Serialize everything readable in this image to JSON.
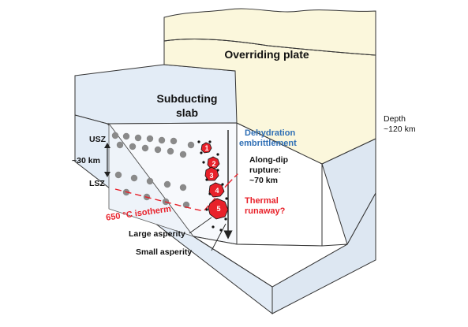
{
  "labels": {
    "overriding_plate": "Overriding plate",
    "subducting": "Subducting",
    "slab": "slab",
    "depth": "Depth",
    "depth_value": "~120 km",
    "usz": "USZ",
    "lsz": "LSZ",
    "thickness": "~30 km",
    "dehydration_1": "Dehydration",
    "dehydration_2": "embrittlement",
    "along_dip_1": "Along-dip",
    "along_dip_2": "rupture:",
    "along_dip_3": "~70 km",
    "isotherm": "650 °C isotherm",
    "thermal_1": "Thermal",
    "thermal_2": "runaway?",
    "large_asperity": "Large asperity",
    "small_asperity": "Small asperity"
  },
  "asperity_numbers": [
    "1",
    "2",
    "3",
    "4",
    "5"
  ],
  "colors": {
    "slab_fill": "#e3ecf6",
    "slab_face_dark": "#d6e2ef",
    "plate_fill": "#fbf7dc",
    "outline": "#333333",
    "red": "#e8212a",
    "blue": "#2f6fb5",
    "gray_dot": "#8a8a8a"
  }
}
